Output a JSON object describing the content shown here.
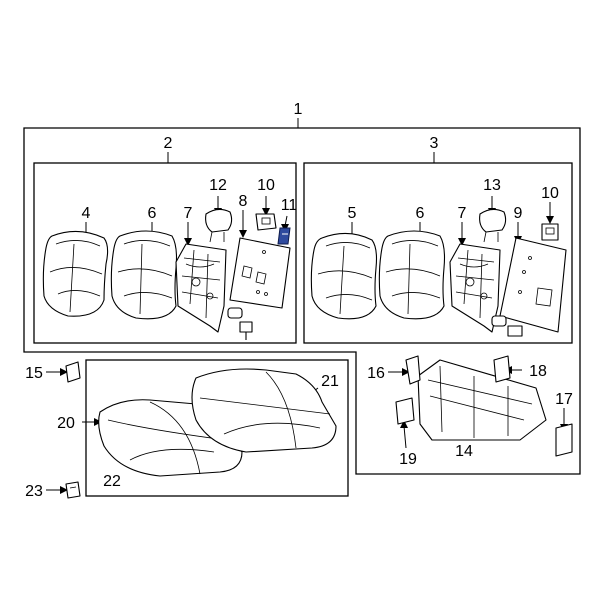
{
  "accent_color": "#2f4a9e",
  "callouts": {
    "c1": "1",
    "c2": "2",
    "c3": "3",
    "c4": "4",
    "c5": "5",
    "c6a": "6",
    "c6b": "6",
    "c7a": "7",
    "c7b": "7",
    "c8": "8",
    "c9": "9",
    "c10a": "10",
    "c10b": "10",
    "c11": "11",
    "c12": "12",
    "c13": "13",
    "c14": "14",
    "c15": "15",
    "c16": "16",
    "c17": "17",
    "c18": "18",
    "c19": "19",
    "c20": "20",
    "c21": "21",
    "c22": "22",
    "c23": "23"
  },
  "highlighted_part": "11"
}
